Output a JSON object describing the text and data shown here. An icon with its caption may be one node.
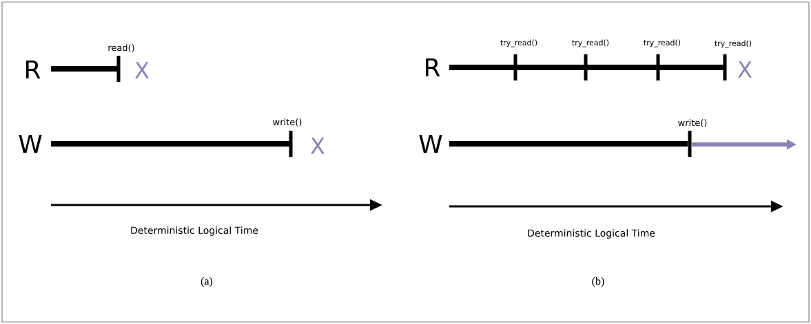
{
  "diagram": {
    "labels": [
      "R",
      "read()",
      "X",
      "W",
      "write()",
      "X",
      "Deterministic Logical Time",
      "(a)",
      "try_read()",
      "try_read()",
      "try_read()",
      "try_read()",
      "R",
      "X",
      "write()",
      "W",
      "Deterministic Logical Time",
      "(b)"
    ]
  }
}
